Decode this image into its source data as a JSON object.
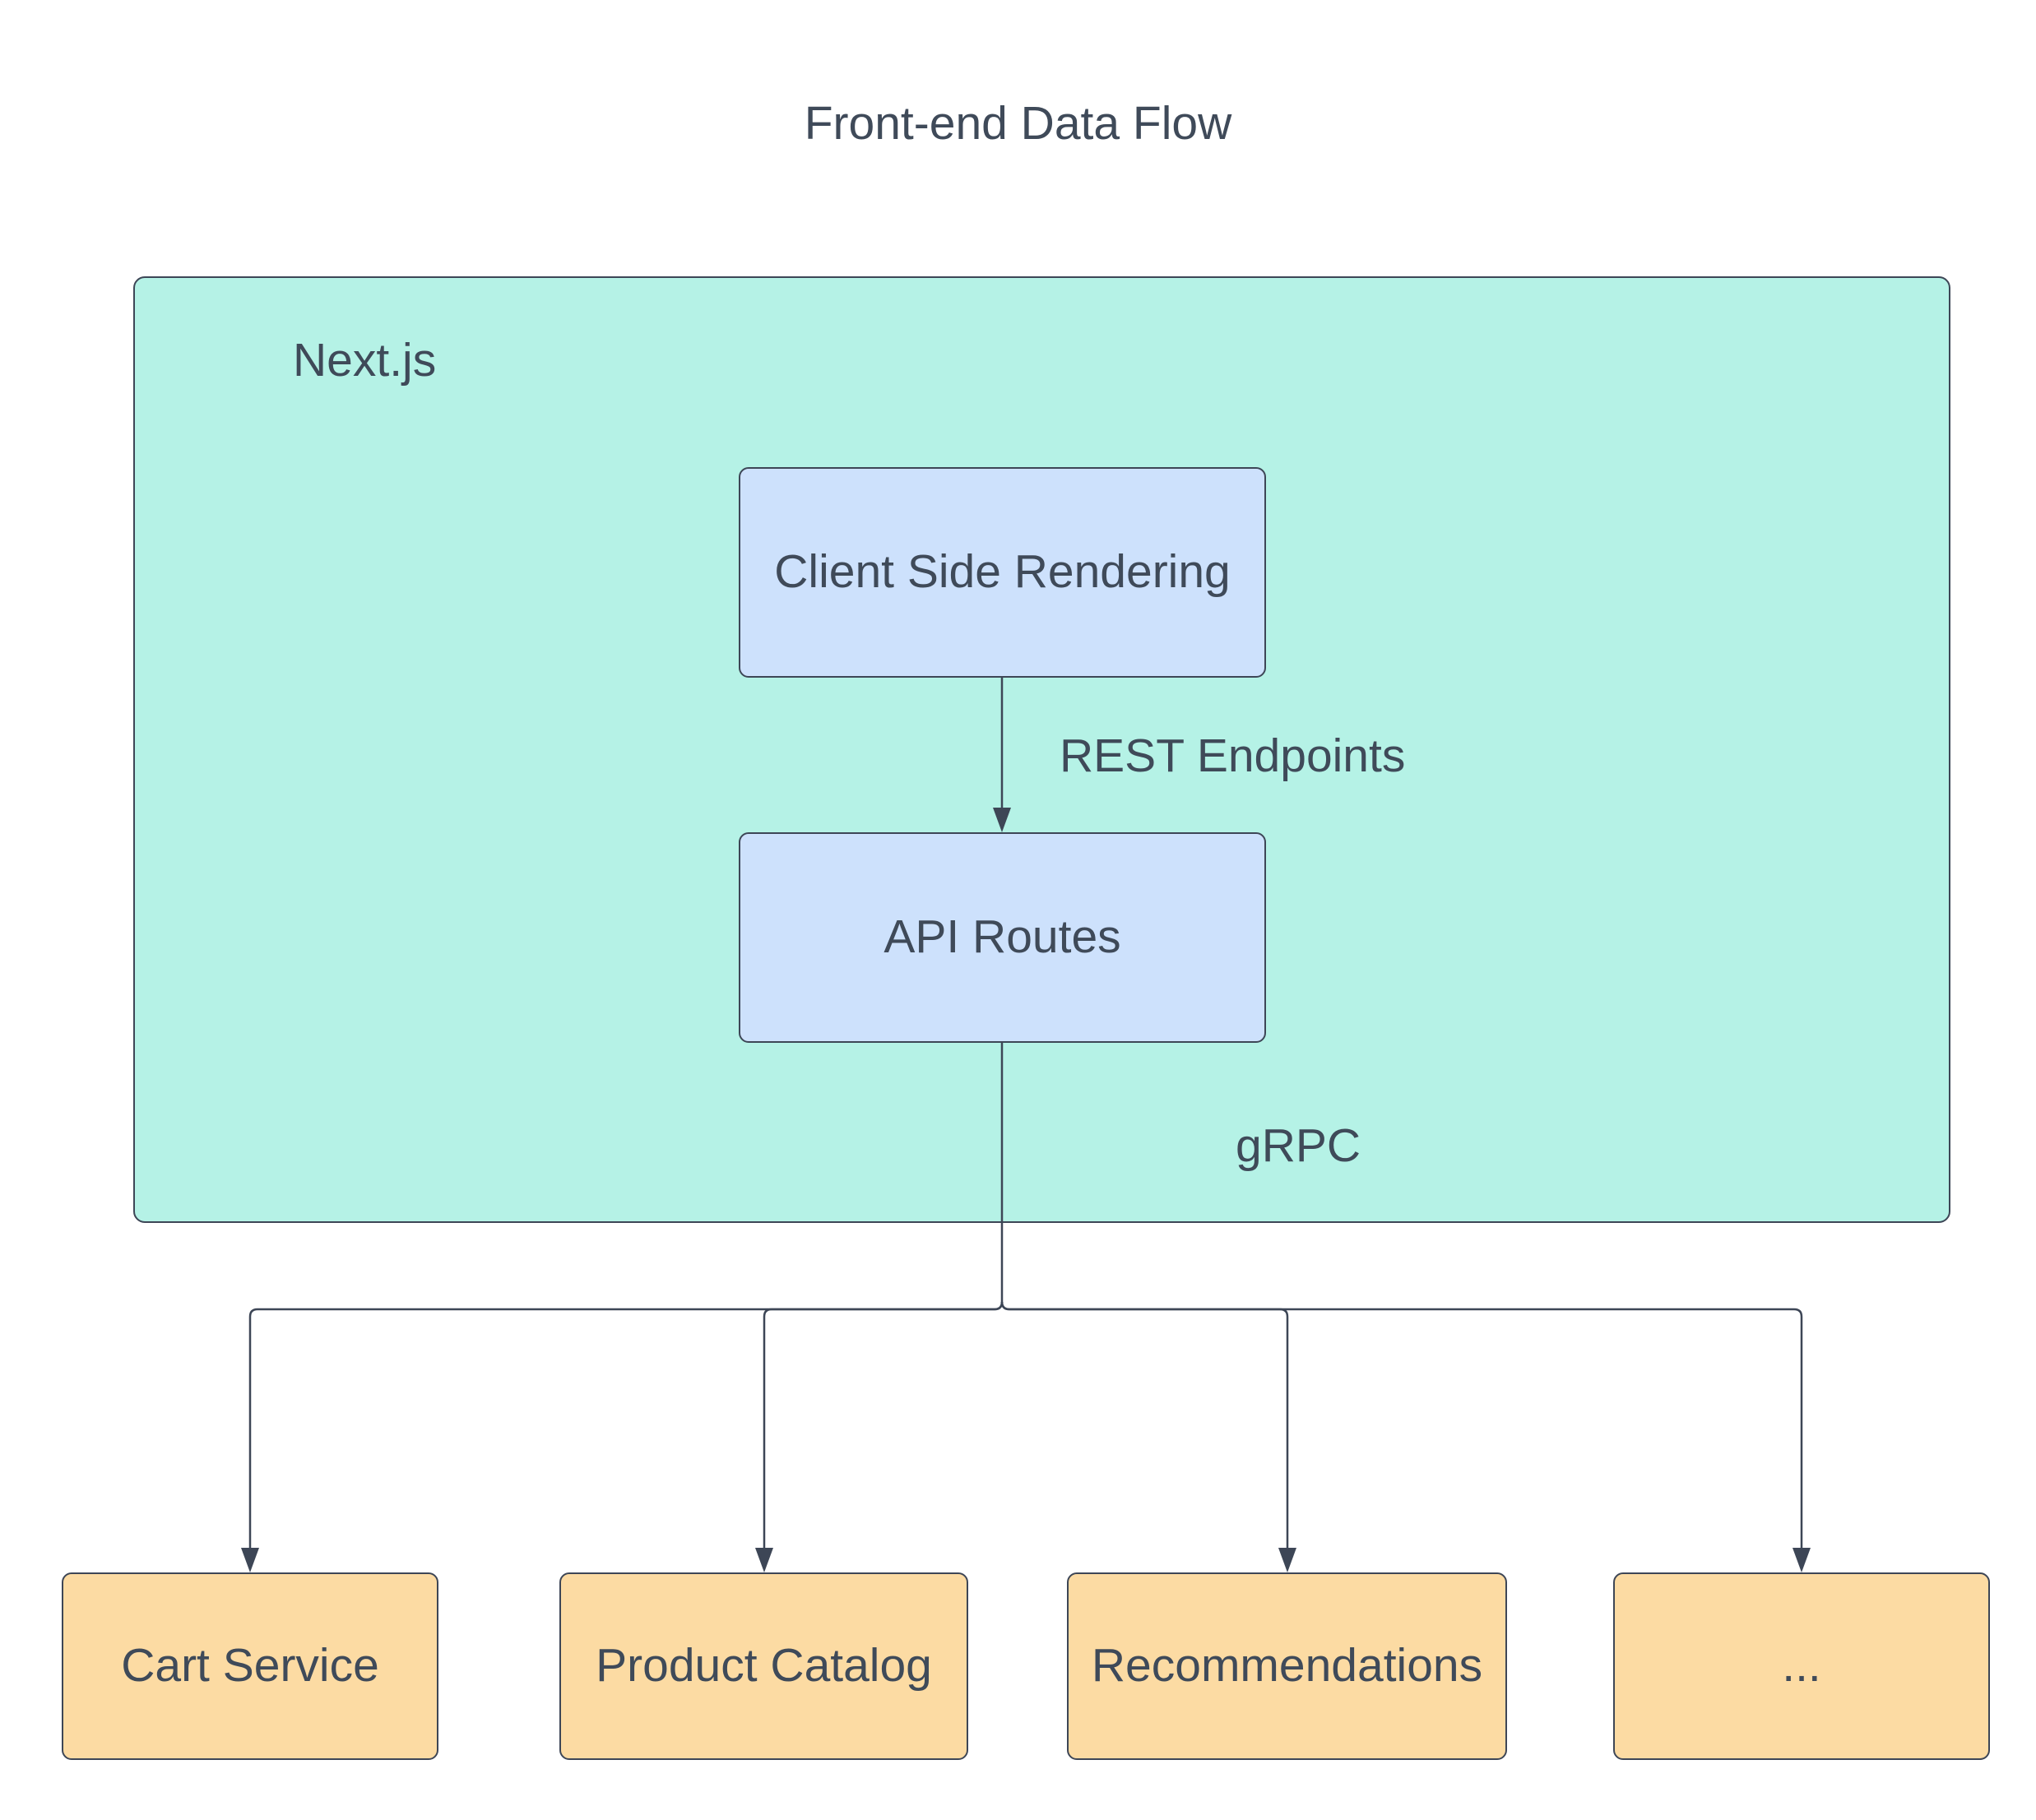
{
  "diagram": {
    "title": "Front-end Data Flow"
  },
  "container": {
    "label": "Next.js"
  },
  "nodes": {
    "client_side_rendering": {
      "label": "Client Side Rendering"
    },
    "api_routes": {
      "label": "API Routes"
    }
  },
  "edge_labels": {
    "rest": "REST Endpoints",
    "grpc": "gRPC"
  },
  "services": [
    {
      "label": "Cart Service"
    },
    {
      "label": "Product Catalog"
    },
    {
      "label": "Recommendations"
    },
    {
      "label": "..."
    }
  ],
  "colors": {
    "background": "#ffffff",
    "container_fill": "#b5f2e6",
    "node_fill": "#cde1fc",
    "service_fill": "#fcdba3",
    "line": "#3d4656",
    "text": "#3f4a59"
  }
}
